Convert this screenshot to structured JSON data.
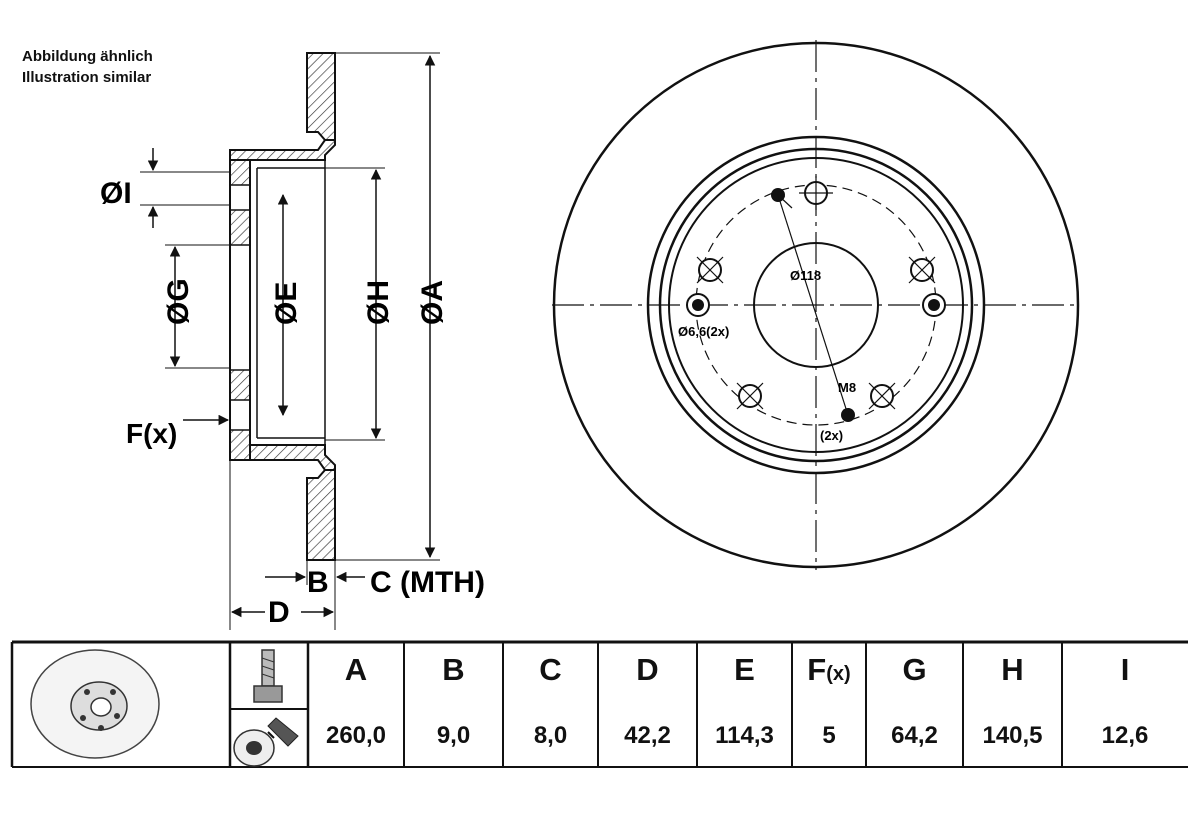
{
  "caption": {
    "line1": "Abbildung ähnlich",
    "line2": "Illustration similar"
  },
  "section_view": {
    "dim_A": "ØA",
    "dim_H": "ØH",
    "dim_E": "ØE",
    "dim_G": "ØG",
    "dim_I": "ØI",
    "dim_F": "F(x)",
    "dim_B": "B",
    "dim_C": "C (MTH)",
    "dim_D": "D"
  },
  "front_view": {
    "center_bore": "Ø118",
    "hole_spec": "Ø6,6(2x)",
    "thread_spec": "M8",
    "thread_count": "(2x)"
  },
  "table": {
    "headers": [
      "A",
      "B",
      "C",
      "D",
      "E",
      "F",
      "G",
      "H",
      "I"
    ],
    "f_suffix": "(x)",
    "values": [
      "260,0",
      "9,0",
      "8,0",
      "42,2",
      "114,3",
      "5",
      "64,2",
      "140,5",
      "12,6"
    ]
  }
}
